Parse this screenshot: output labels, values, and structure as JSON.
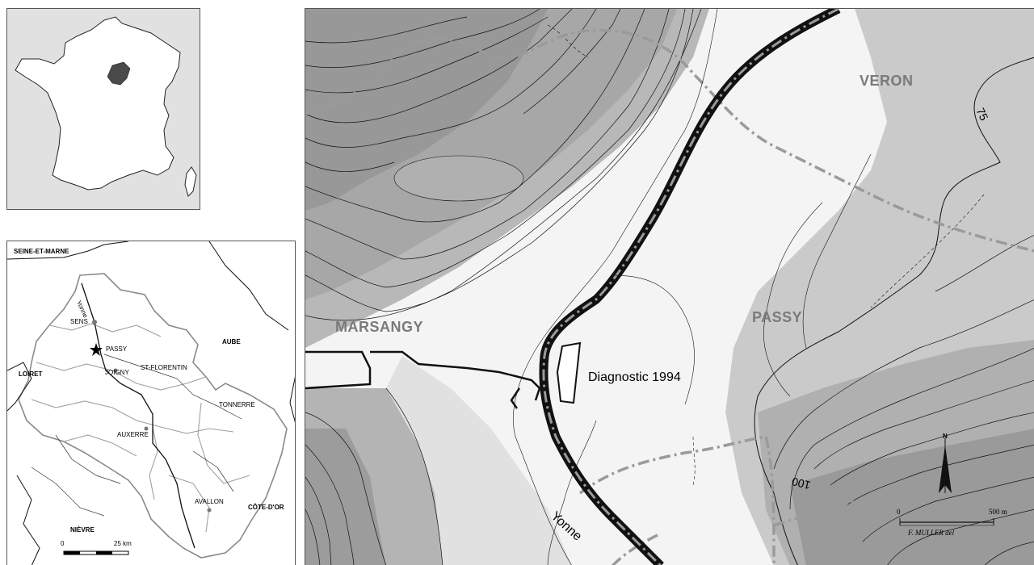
{
  "france_inset": {
    "highlight_color": "#4a4a4a"
  },
  "department_inset": {
    "labels": {
      "seine_et_marne": "SEINE-ET-MARNE",
      "aube": "AUBE",
      "loiret": "LOIRET",
      "nievre": "NIÈVRE",
      "cote_dor": "CÔTE-D'OR",
      "yonne_river": "Yonne",
      "sens": "SENS",
      "passy": "PASSY",
      "joigny": "JOIGNY",
      "st_florentin": "ST-FLORENTIN",
      "tonnerre": "TONNERRE",
      "auxerre": "AUXERRE",
      "avallon": "AVALLON"
    },
    "scale": {
      "zero": "0",
      "end": "25 km"
    }
  },
  "main_map": {
    "communes": {
      "veron": "VERON",
      "marsangy": "MARSANGY",
      "passy": "PASSY"
    },
    "contour_label_75": "75",
    "contour_label_100": "100",
    "site_label": "Diagnostic 1994",
    "river_label": "Yonne",
    "north_label": "N",
    "scale": {
      "zero": "0",
      "end": "500 m"
    },
    "credit": "F. MULLER  del"
  }
}
